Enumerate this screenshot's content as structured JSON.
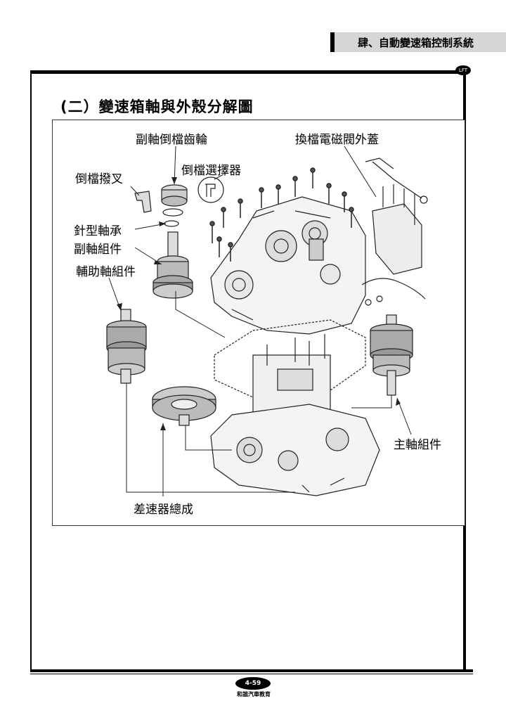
{
  "header": {
    "chapter_title": "肆、自動變速箱控制系統",
    "logo_text": "LFT"
  },
  "section": {
    "title": "(二）變速箱軸與外殼分解圖"
  },
  "figure": {
    "labels": {
      "counter_reverse_gear": "副軸倒檔齒輪",
      "reverse_selector": "倒檔選擇器",
      "reverse_fork": "倒檔撥叉",
      "needle_bearing": "針型軸承",
      "countershaft_assembly": "副軸組件",
      "secondary_shaft_assembly": "輔助軸組件",
      "solenoid_cover": "換檔電磁閥外蓋",
      "mainshaft_assembly": "主軸組件",
      "differential_assembly": "差速器總成"
    }
  },
  "footer": {
    "page_number": "4-59",
    "publisher": "和諧汽車教育"
  }
}
